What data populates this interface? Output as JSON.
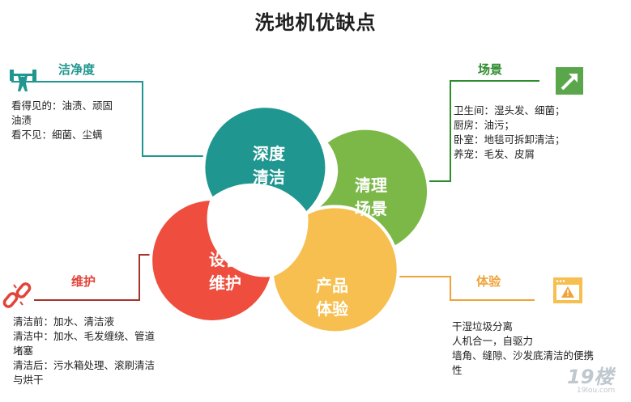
{
  "title": "洗地机优缺点",
  "petals": [
    {
      "id": "deep",
      "lines": [
        "深度",
        "清洁"
      ],
      "color": "#1f968f"
    },
    {
      "id": "scene",
      "lines": [
        "清理",
        "场景"
      ],
      "color": "#7cb848"
    },
    {
      "id": "maintain",
      "lines": [
        "设备",
        "维护"
      ],
      "color": "#ef4d3d"
    },
    {
      "id": "experience",
      "lines": [
        "产品",
        "体验"
      ],
      "color": "#f6bf4f"
    }
  ],
  "sections": {
    "deep_clean": {
      "label": "洁净度",
      "color": "#1f968f",
      "icon": "weightlifter-icon",
      "lines": [
        "看得见的：油渍、顽固",
        "油渍",
        "看不见：细菌、尘螨"
      ]
    },
    "scene": {
      "label": "场景",
      "color": "#2e8b2e",
      "icon": "trend-arrow-icon",
      "lines": [
        "卫生间：湿头发、细菌；",
        "厨房：油污；",
        "卧室：地毯可拆卸清洁；",
        "养宠：毛发、皮屑"
      ]
    },
    "maintain": {
      "label": "维护",
      "color": "#e2443a",
      "icon": "broken-chain-icon",
      "lines": [
        "清洁前：加水、清洁液",
        "清洁中：加水、毛发缠绕、管道",
        "堵塞",
        "清洁后：污水箱处理、滚刷清洁",
        "与烘干"
      ]
    },
    "experience": {
      "label": "体验",
      "color": "#f0a33a",
      "icon": "warning-window-icon",
      "lines": [
        "干湿垃圾分离",
        "人机合一，自驱力",
        "墙角、缝隙、沙发底清洁的便携",
        "性"
      ]
    }
  },
  "watermark": {
    "big": "19楼",
    "small": "19lou.com"
  }
}
